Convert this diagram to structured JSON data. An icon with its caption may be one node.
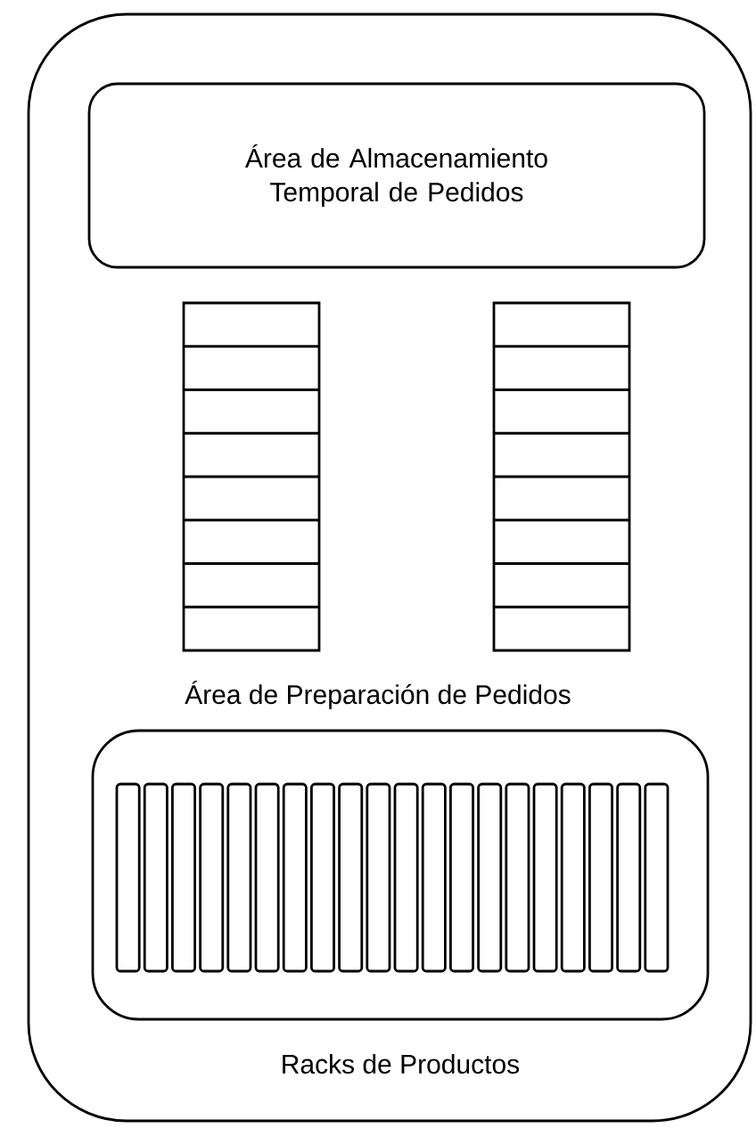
{
  "diagram": {
    "nodes": [
      {
        "text": [],
        "shape": "box"
      },
      {
        "text": [
          "Área de Almacenamiento Temporal de Pedidos"
        ],
        "in": 0
      },
      {
        "text": [
          "Racks de Productos"
        ],
        "in": 0
      }
    ],
    "labels": [
      "Área de Preparación de Pedidos"
    ]
  }
}
